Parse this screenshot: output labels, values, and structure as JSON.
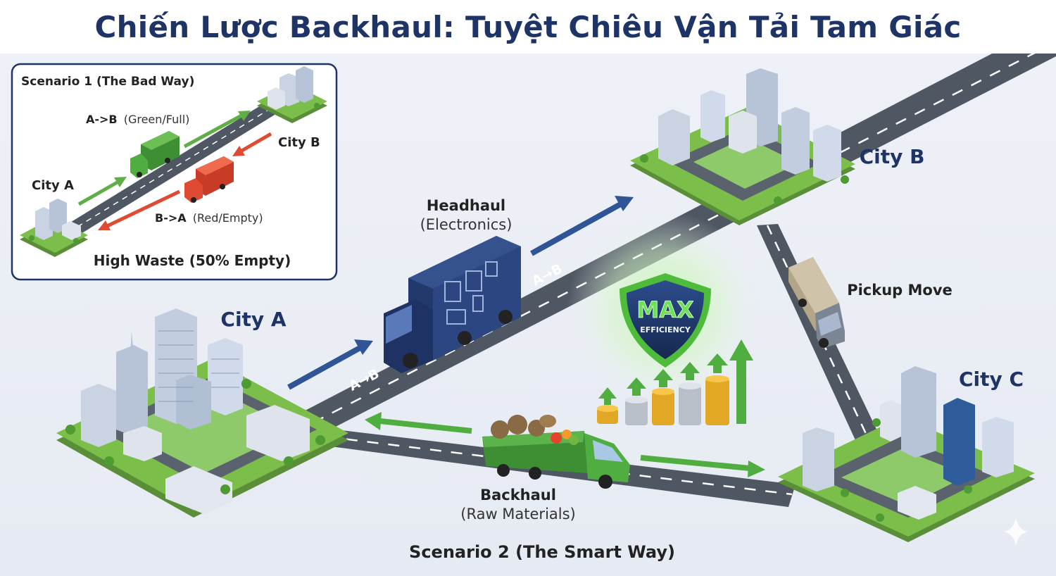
{
  "title": "Chiến Lược Backhaul: Tuyệt Chiêu Vận Tải Tam Giác",
  "scenario1": {
    "heading": "Scenario 1 (The Bad Way)",
    "city_a": "City A",
    "city_b": "City B",
    "ab_route": "A->B",
    "ab_note": "(Green/Full)",
    "ba_route": "B->A",
    "ba_note": "(Red/Empty)",
    "summary": "High Waste (50% Empty)"
  },
  "scenario2": {
    "city_a": "City A",
    "city_b": "City B",
    "city_c": "City C",
    "headhaul_title": "Headhaul",
    "headhaul_cargo": "(Electronics)",
    "road_label_1": "A→B",
    "road_label_2": "A→B",
    "pickup": "Pickup Move",
    "badge_main": "MAX",
    "badge_sub": "EFFICIENCY",
    "backhaul_title": "Backhaul",
    "backhaul_cargo": "(Raw Materials)",
    "caption": "Scenario 2 (The Smart Way)"
  },
  "colors": {
    "title": "#1f3466",
    "road": "#4f5763",
    "grass": "#7bbf4a",
    "full_green": "#5fae48",
    "empty_red": "#e04a32",
    "headhaul_blue": "#2f5597",
    "backhaul_green": "#4fae3f",
    "shield_navy": "#1f3a6e",
    "coin_gold": "#f2b630",
    "coin_silver": "#c9ced6"
  }
}
